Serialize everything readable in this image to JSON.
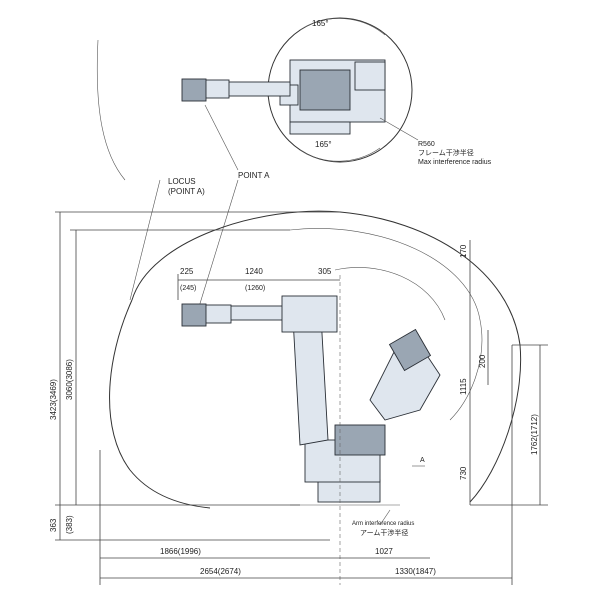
{
  "top_view": {
    "angle_top": "165°",
    "angle_bottom": "165°",
    "interference_radius": "R560",
    "interference_jp": "フレーム干渉半径",
    "interference_en": "Max interference radius"
  },
  "callouts": {
    "locus_line1": "LOCUS",
    "locus_line2": "(POINT A)",
    "point_a": "POINT A",
    "marker_a": "A"
  },
  "side_view": {
    "dim_225": "225",
    "dim_245": "(245)",
    "dim_1240": "1240",
    "dim_1260": "(1260)",
    "dim_305": "305",
    "dim_170": "170",
    "dim_200": "200",
    "dim_1115": "1115",
    "dim_730": "730",
    "dim_3423": "3423(3469)",
    "dim_3060": "3060(3086)",
    "dim_363": "363",
    "dim_383": "(383)",
    "dim_1762": "1762(1712)",
    "dim_1866": "1866(1996)",
    "dim_2654": "2654(2674)",
    "dim_1027": "1027",
    "dim_1330": "1330(1847)",
    "arm_interf_en": "Arm interference radius",
    "arm_interf_jp": "アーム干渉半径"
  }
}
